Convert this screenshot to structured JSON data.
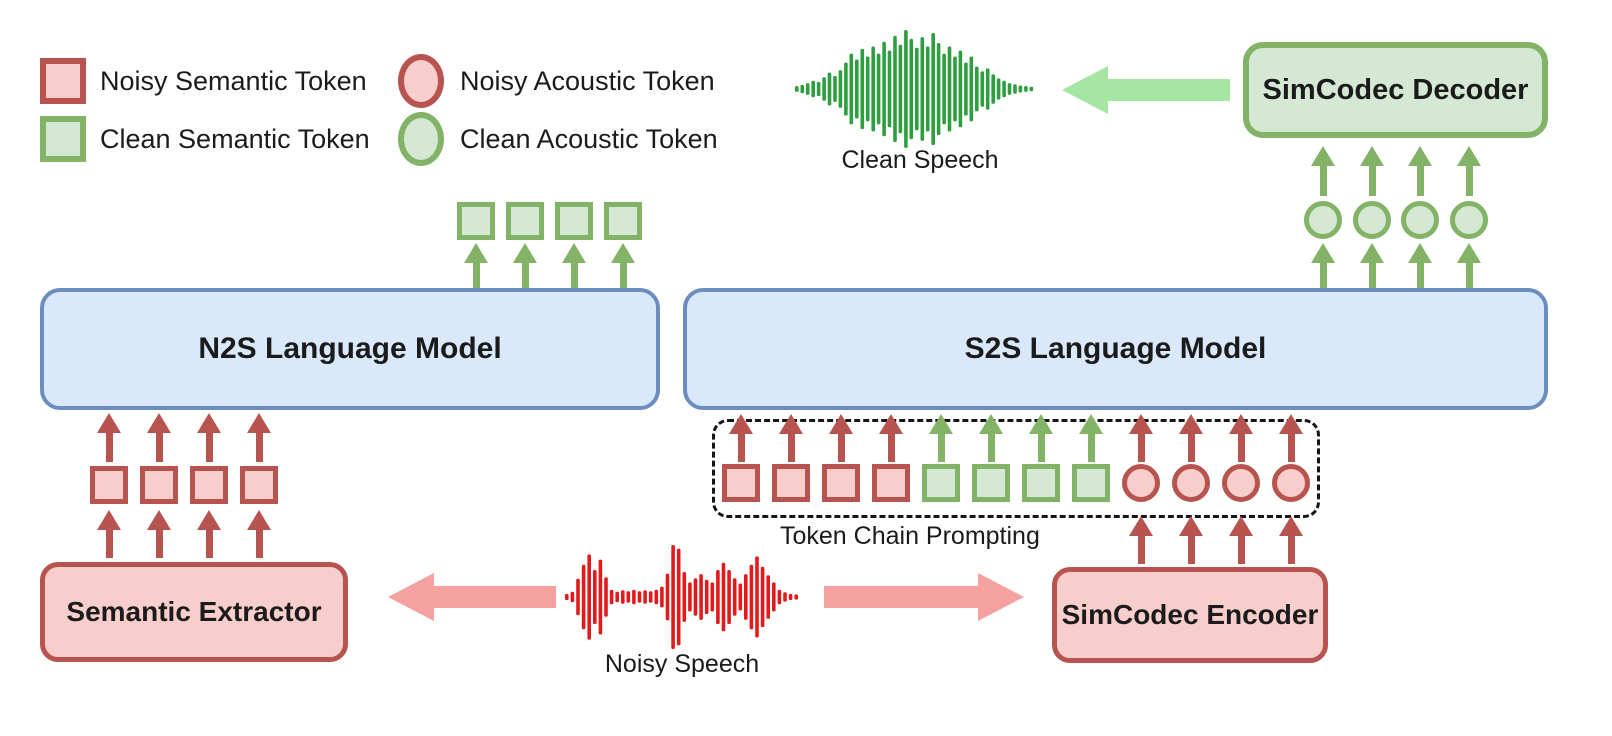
{
  "legend": {
    "items": [
      {
        "label": "Noisy Semantic Token",
        "shape": "square",
        "variant": "noisy"
      },
      {
        "label": "Clean Semantic Token",
        "shape": "square",
        "variant": "clean"
      },
      {
        "label": "Noisy Acoustic Token",
        "shape": "circle",
        "variant": "noisy"
      },
      {
        "label": "Clean Acoustic Token",
        "shape": "circle",
        "variant": "clean"
      }
    ]
  },
  "boxes": {
    "n2s": "N2S Language Model",
    "s2s": "S2S Language Model",
    "semantic_extractor": "Semantic Extractor",
    "simcodec_encoder": "SimCodec Encoder",
    "simcodec_decoder": "SimCodec Decoder"
  },
  "labels": {
    "clean_speech": "Clean Speech",
    "noisy_speech": "Noisy Speech",
    "token_chain": "Token Chain Prompting"
  },
  "colors": {
    "blue_fill": "#dae8fc",
    "blue_stroke": "#6c8ebf",
    "red_fill": "#f8cecc",
    "red_stroke": "#b85450",
    "green_fill": "#d5e8d4",
    "green_stroke": "#82b366",
    "noisy_wave": "#e11b1b",
    "clean_wave": "#2f9e3f",
    "arrow_red_light": "#f4a1a0",
    "arrow_green_light": "#a5e6a3",
    "dash_stroke": "#161616"
  }
}
